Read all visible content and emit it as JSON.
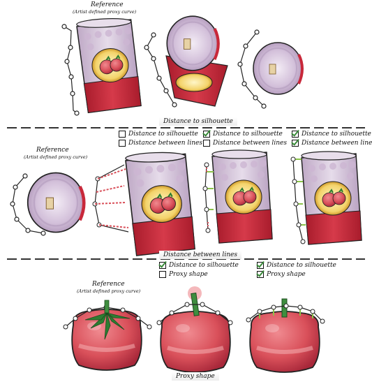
{
  "row1": {
    "reference_label": "Reference",
    "reference_sublabel": "(Artist defined proxy curve)",
    "section_title": "Distance to silhouette"
  },
  "row2": {
    "reference_label": "Reference",
    "reference_sublabel": "(Artist defined proxy curve)",
    "section_title": "Distance between lines",
    "options": [
      {
        "sil_label": "Distance to silhouette",
        "sil_checked": false,
        "lines_label": "Distance between lines",
        "lines_checked": false
      },
      {
        "sil_label": "Distance to silhouette",
        "sil_checked": true,
        "lines_label": "Distance between lines",
        "lines_checked": false
      },
      {
        "sil_label": "Distance to silhouette",
        "sil_checked": true,
        "lines_label": "Distance between lines",
        "lines_checked": true
      }
    ]
  },
  "row3": {
    "reference_label": "Reference",
    "reference_sublabel": "(Artist defined proxy curve)",
    "section_title": "Proxy shape",
    "options": [
      {
        "sil_label": "Distance to silhouette",
        "sil_checked": true,
        "proxy_label": "Proxy shape",
        "proxy_checked": false
      },
      {
        "sil_label": "Distance to silhouette",
        "sil_checked": true,
        "proxy_label": "Proxy shape",
        "proxy_checked": true
      }
    ]
  },
  "colors": {
    "can_red": "#c8283a",
    "can_top": "#d8c8dc",
    "tomato": "#d9505a",
    "leaf": "#2e7d32",
    "proxy_green": "#8bc34a",
    "proxy_red": "#d9505a"
  }
}
